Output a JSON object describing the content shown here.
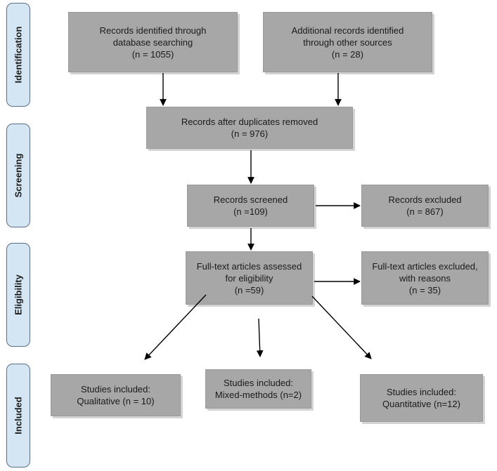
{
  "phases": {
    "identification": "Identification",
    "screening": "Screening",
    "eligibility": "Eligibility",
    "included": "Included"
  },
  "boxes": {
    "database": [
      "Records identified through",
      "database searching",
      "(n = 1055)"
    ],
    "other_sources": [
      "Additional records identified",
      "through other sources",
      "(n = 28)"
    ],
    "duplicates_removed": [
      "Records after duplicates removed",
      "(n = 976)"
    ],
    "screened": [
      "Records screened",
      "(n =109)"
    ],
    "excluded": [
      "Records excluded",
      "(n = 867)"
    ],
    "fulltext_assessed": [
      "Full-text articles assessed",
      "for eligibility",
      "(n =59)"
    ],
    "fulltext_excluded": [
      "Full-text articles excluded,",
      "with reasons",
      "(n = 35)"
    ],
    "qualitative": [
      "Studies included:",
      "Qualitative (n = 10)"
    ],
    "mixed": [
      "Studies included:",
      "Mixed-methods (n=2)"
    ],
    "quantitative": [
      "Studies included:",
      "Quantitative (n=12)"
    ]
  },
  "colors": {
    "box_fill": "#a7a7a7",
    "box_shadow": "#d3d3d3",
    "phase_fill": "#d4e6f4",
    "phase_border": "#5a6f85",
    "arrow": "#000000"
  }
}
